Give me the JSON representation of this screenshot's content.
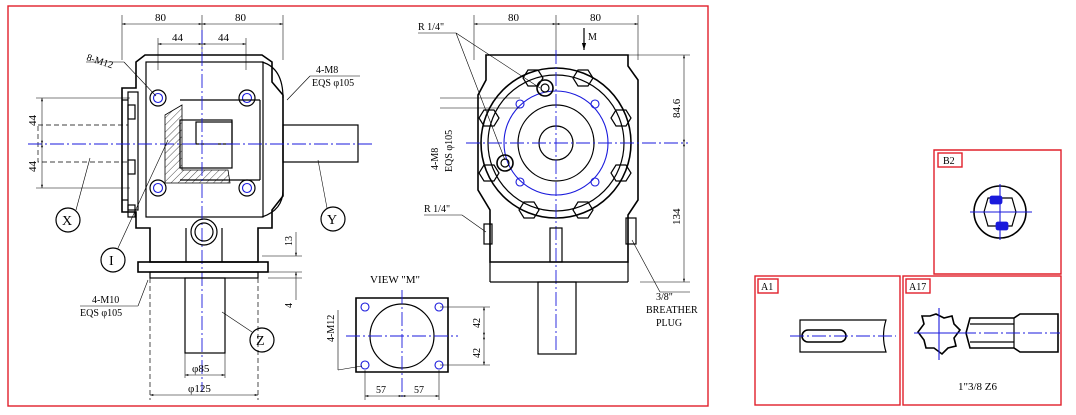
{
  "front_view": {
    "dim_top_left": "80",
    "dim_top_right": "80",
    "dim_inner_left": "44",
    "dim_inner_right": "44",
    "dim_left_upper": "44",
    "dim_left_lower": "44",
    "dim_13": "13",
    "dim_4": "4",
    "dim_phi85": "φ85",
    "dim_phi125": "φ125",
    "note_8m12": "8-M12",
    "note_4m8_line1": "4-M8",
    "note_4m8_line2": "EQS φ105",
    "note_4m10_line1": "4-M10",
    "note_4m10_line2": "EQS φ105",
    "balloon_x": "X",
    "balloon_y": "Y",
    "balloon_i": "I",
    "balloon_z": "Z"
  },
  "side_view": {
    "dim_top_left": "80",
    "dim_top_right": "80",
    "note_r14_top": "R 1/4\"",
    "note_r14_bottom": "R 1/4\"",
    "arrow_m": "M",
    "dim_84_6": "84.6",
    "dim_134": "134",
    "note_4m8_line1": "4-M8",
    "note_4m8_line2": "EQS φ105",
    "note_breather_1": "3/8\"",
    "note_breather_2": "BREATHER",
    "note_breather_3": "PLUG"
  },
  "view_m": {
    "title": "VIEW \"M\"",
    "note_4m12": "4-M12",
    "dim_42_top": "42",
    "dim_42_bottom": "42",
    "dim_57_left": "57",
    "dim_57_right": "57"
  },
  "details": {
    "b2_label": "B2",
    "a1_label": "A1",
    "a17_label": "A17",
    "a17_caption": "1\"3/8 Z6"
  }
}
